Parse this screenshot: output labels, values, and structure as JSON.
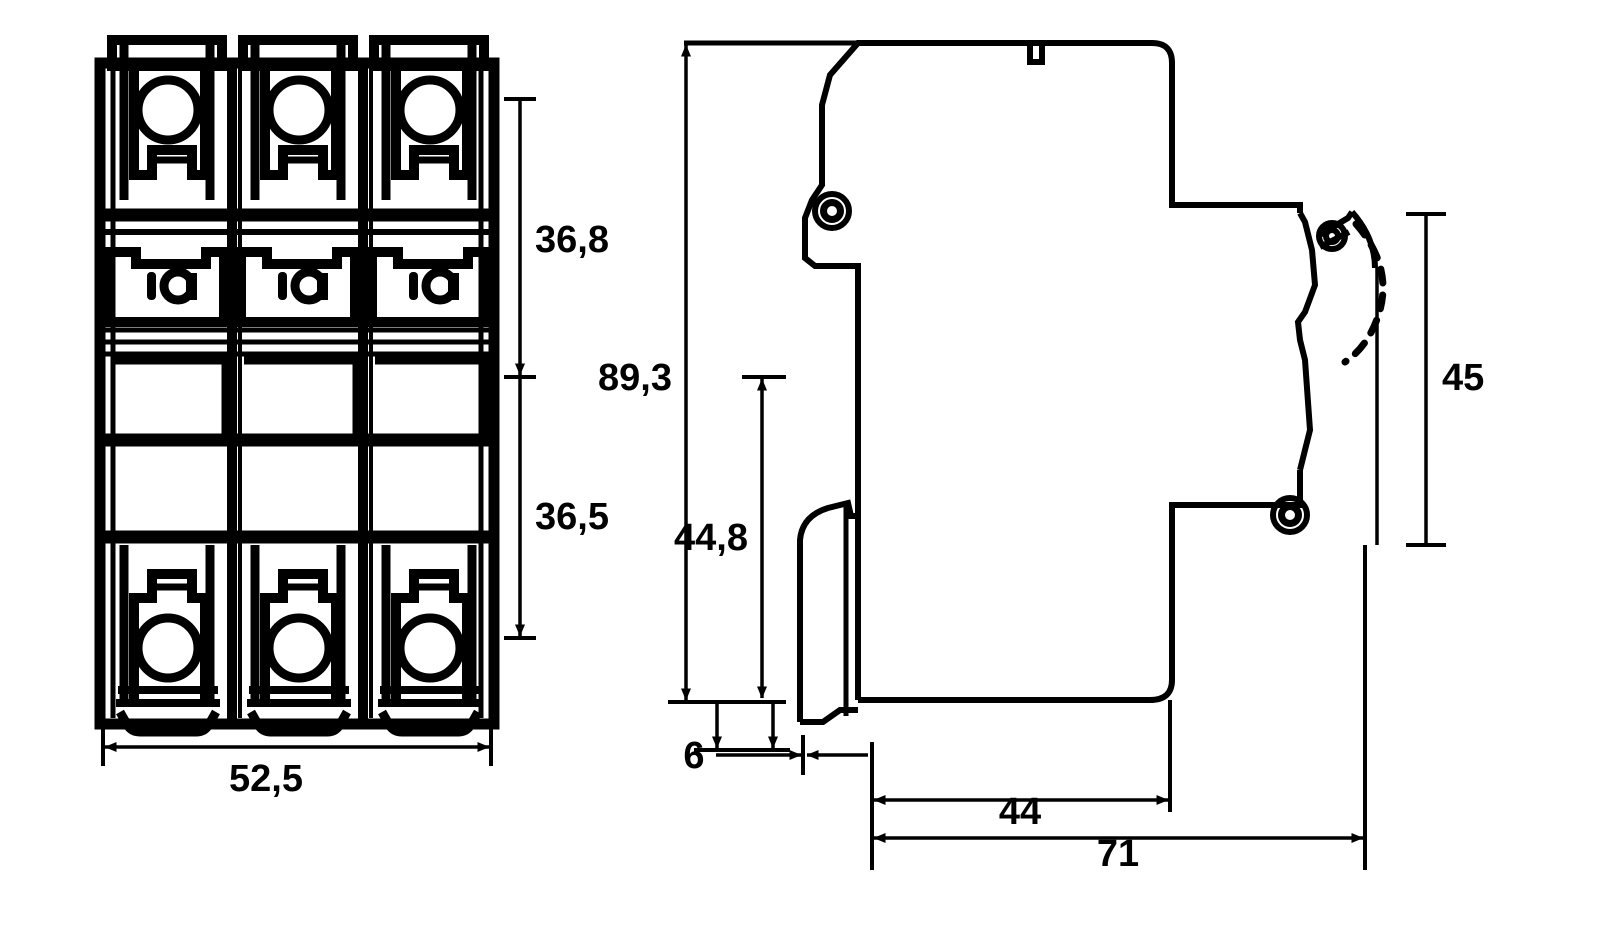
{
  "drawing": {
    "type": "technical-dimension-drawing",
    "subject": "3-pole miniature circuit breaker (MCB)",
    "units": "mm",
    "line_color": "#000000",
    "background_color": "#ffffff",
    "views": [
      {
        "id": "front-view",
        "name": "Front view",
        "poles": 3
      },
      {
        "id": "side-view",
        "name": "Side view"
      }
    ]
  },
  "front_view": {
    "markings": [
      {
        "id": "pole-1-marking",
        "text": "I O"
      },
      {
        "id": "pole-2-marking",
        "text": "I O"
      },
      {
        "id": "pole-3-marking",
        "text": "I O"
      }
    ],
    "dimensions": {
      "width_overall": "52,5",
      "height_upper": "36,8",
      "height_lower": "36,5"
    }
  },
  "side_view": {
    "dimensions": {
      "height_overall": "89,3",
      "height_mount_to_top": "44,8",
      "handle_height": "45",
      "rail_clip_offset": "6",
      "depth_body": "44",
      "depth_overall": "71"
    }
  },
  "dimension_labels": {
    "d_36_8": "36,8",
    "d_36_5": "36,5",
    "d_52_5": "52,5",
    "d_89_3": "89,3",
    "d_44_8": "44,8",
    "d_45": "45",
    "d_6": "6",
    "d_44": "44",
    "d_71": "71"
  }
}
